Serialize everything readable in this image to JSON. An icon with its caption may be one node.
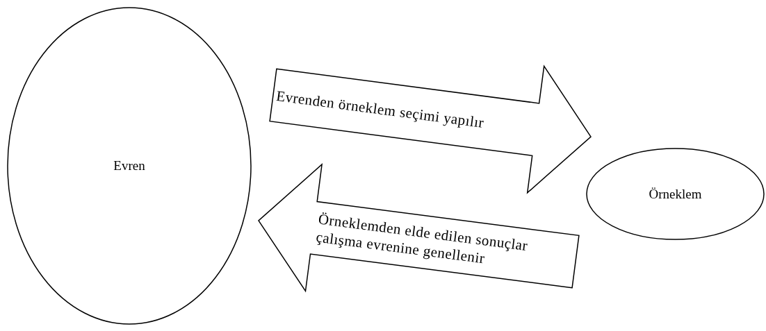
{
  "diagram": {
    "nodes": [
      {
        "text": [
          "Evren"
        ]
      },
      {
        "text": [
          "Örneklem"
        ]
      }
    ],
    "edges": [
      {
        "from": 0,
        "to": 1,
        "arrow": "to",
        "label": "Evrenden örneklem seçimi yapılır"
      },
      {
        "from": 1,
        "to": 0,
        "arrow": "to",
        "label": "Örneklemden elde edilen sonuçlar çalışma evrenine genellenir"
      }
    ]
  }
}
